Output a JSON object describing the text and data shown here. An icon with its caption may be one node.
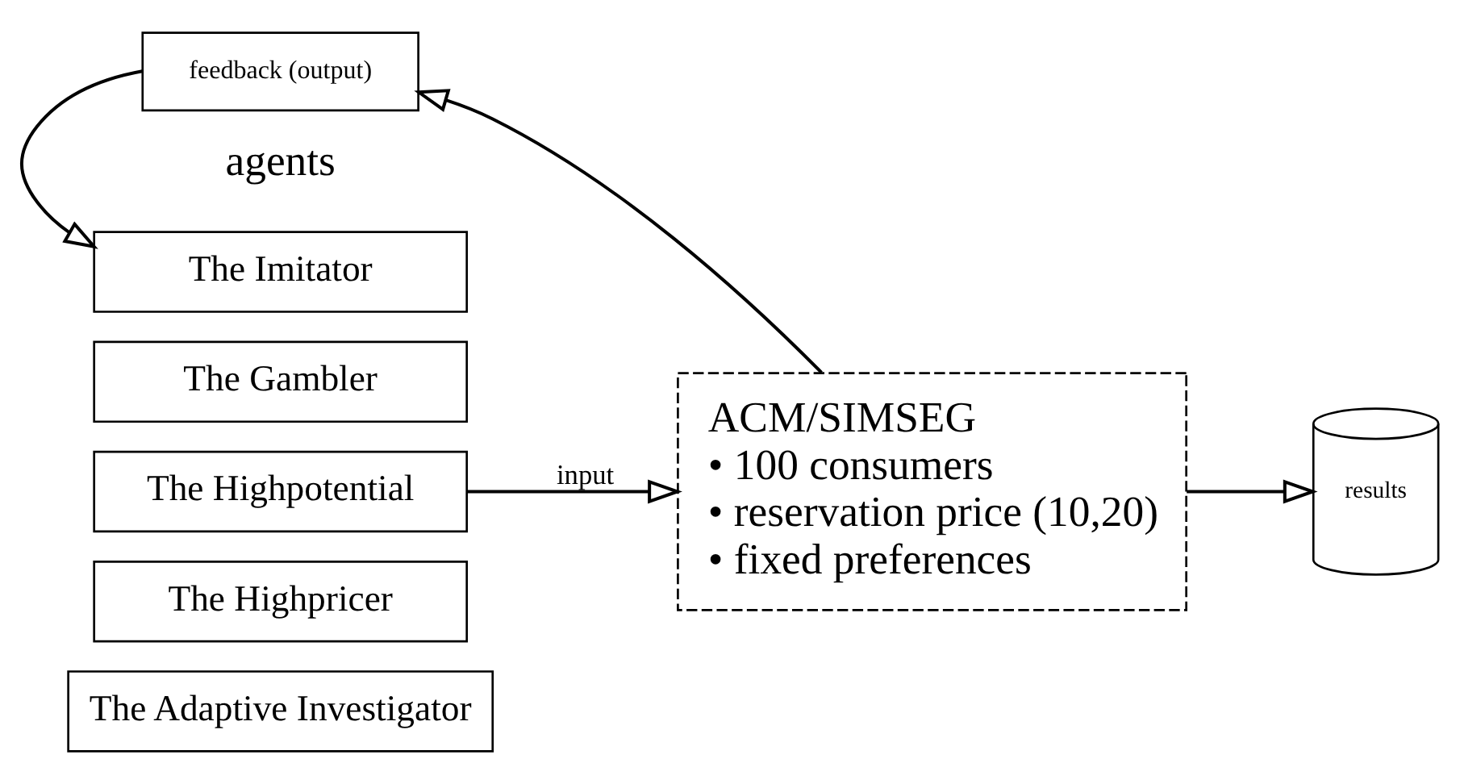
{
  "diagram": {
    "nodes": [
      {
        "text": [
          "feedback (output)"
        ]
      },
      {
        "text": [
          "The Imitator"
        ]
      },
      {
        "text": [
          "The Gambler"
        ]
      },
      {
        "text": [
          "The Highpotential"
        ]
      },
      {
        "text": [
          "The Highpricer"
        ]
      },
      {
        "text": [
          "The Adaptive Investigator"
        ]
      },
      {
        "text": [
          "ACM/SIMSEG",
          "• 100 consumers",
          "• reservation price (10,20)",
          "• fixed preferences"
        ]
      },
      {
        "text": [
          "results"
        ]
      }
    ],
    "edges": [
      {
        "from": 6,
        "to": 0,
        "arrow": "to"
      },
      {
        "from": 0,
        "to": 1,
        "arrow": "to"
      },
      {
        "from": 3,
        "to": 6,
        "arrow": "to",
        "label": "input"
      },
      {
        "from": 6,
        "to": 7,
        "arrow": "to"
      }
    ],
    "labels": [
      "agents"
    ]
  }
}
